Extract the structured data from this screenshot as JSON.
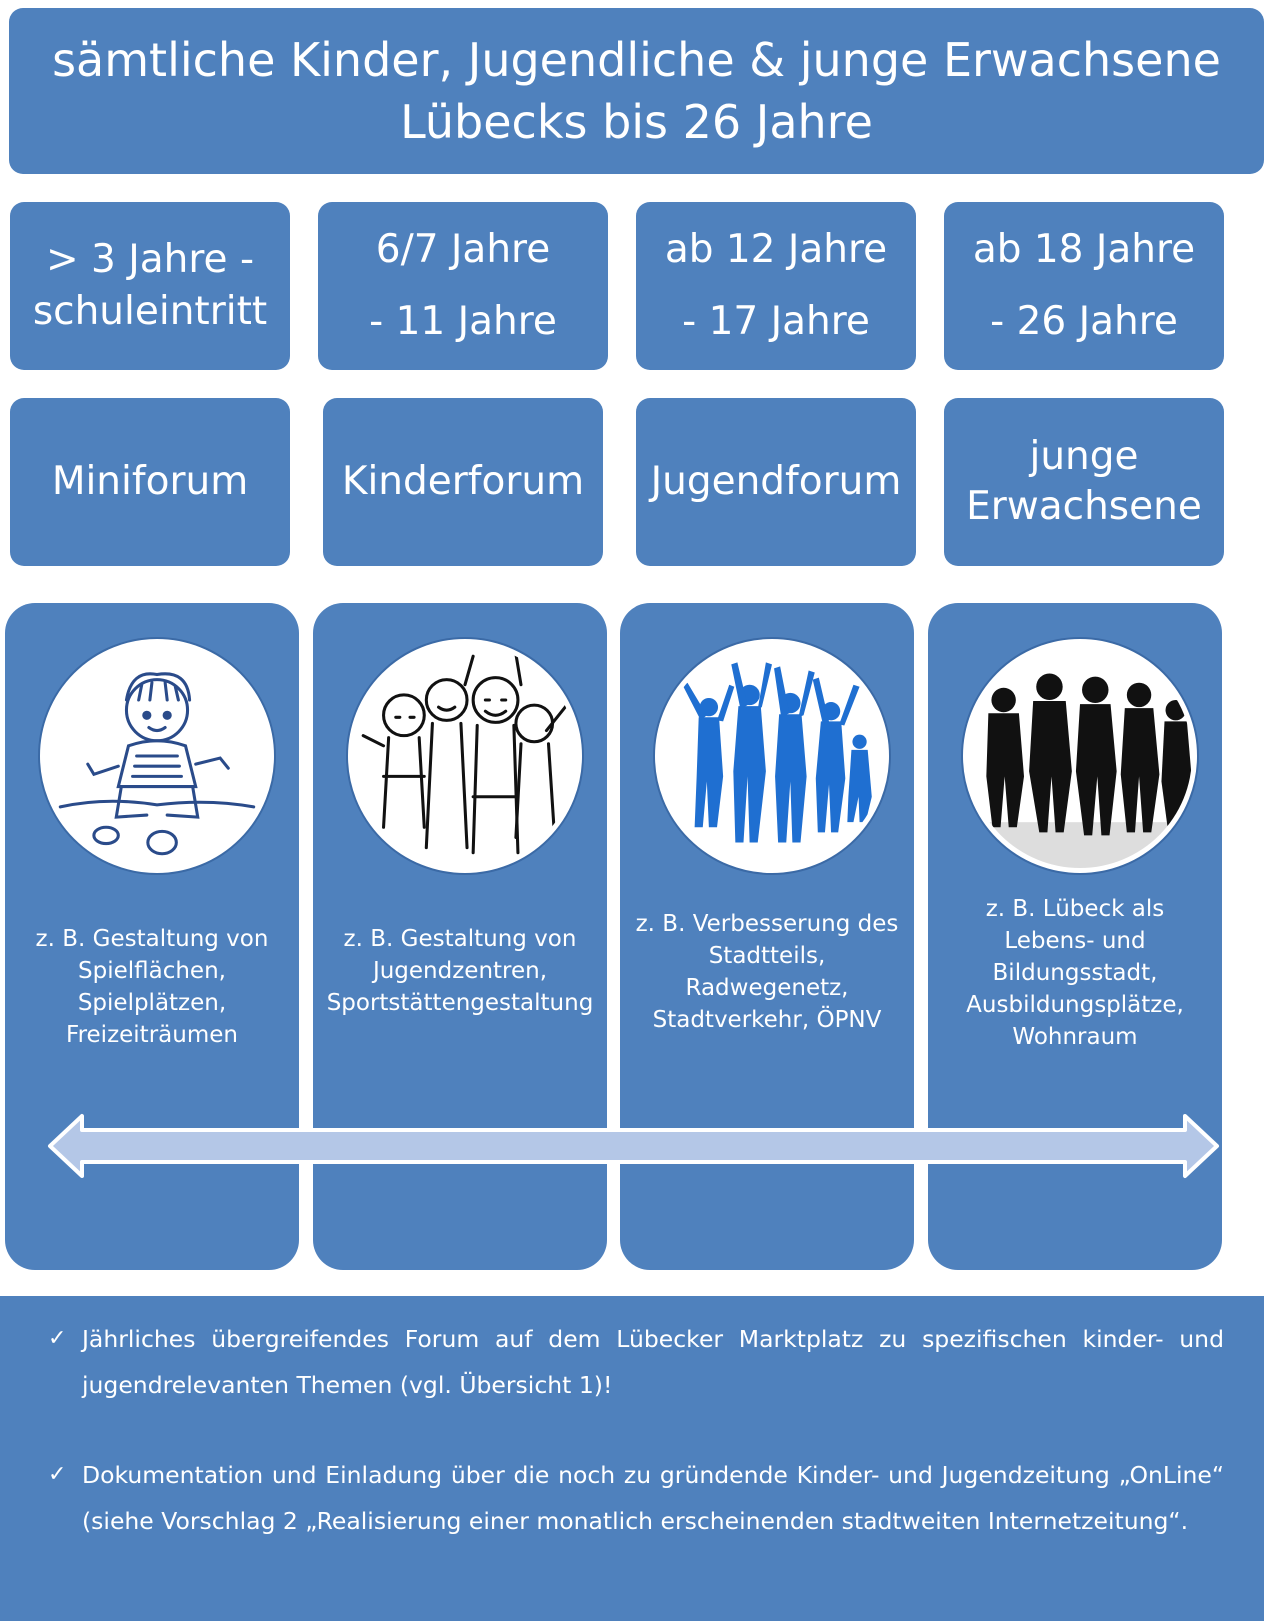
{
  "header": {
    "line1": "sämtliche Kinder, Jugendliche & junge Erwachsene",
    "line2": "Lübecks bis 26 Jahre"
  },
  "age_groups": [
    {
      "line1": "> 3 Jahre -",
      "line2": "schuleintritt"
    },
    {
      "line1": "6/7 Jahre",
      "line2": "- 11 Jahre"
    },
    {
      "line1": "ab 12 Jahre",
      "line2": "- 17 Jahre"
    },
    {
      "line1": "ab 18 Jahre",
      "line2": "- 26 Jahre"
    }
  ],
  "forums": [
    {
      "line1": "Miniforum",
      "line2": ""
    },
    {
      "line1": "Kinderforum",
      "line2": ""
    },
    {
      "line1": "Jugendforum",
      "line2": ""
    },
    {
      "line1": "junge",
      "line2": "Erwachsene"
    }
  ],
  "columns": [
    {
      "illustration": "toddler-illustration",
      "lines": [
        "z. B. Gestaltung von",
        "Spielflächen,",
        "Spielplätzen,",
        "Freizeiträumen"
      ]
    },
    {
      "illustration": "children-group-illustration",
      "lines": [
        "z. B. Gestaltung von",
        "Jugendzentren,",
        "Sportstättengestaltung"
      ]
    },
    {
      "illustration": "jumping-teens-silhouette",
      "lines": [
        "z. B. Verbesserung des",
        "Stadtteils,",
        "Radwegenetz,",
        "Stadtverkehr, ÖPNV"
      ]
    },
    {
      "illustration": "young-adults-silhouette",
      "lines": [
        "z. B. Lübeck als",
        "Lebens- und",
        "Bildungsstadt,",
        "Ausbildungsplätze,",
        "Wohnraum"
      ]
    }
  ],
  "bullets": [
    {
      "icon": "check-icon",
      "text": "Jährliches übergreifendes Forum auf dem Lübecker Marktplatz zu spezifischen kinder- und jugendrelevanten Themen (vgl. Übersicht 1)!"
    },
    {
      "icon": "check-icon",
      "text": "Dokumentation und Einladung über die noch zu gründende Kinder- und Jugendzeitung „OnLine“ (siehe Vorschlag 2 „Realisierung einer monatlich erscheinenden stadtweiten Internetzeitung“."
    }
  ],
  "colors": {
    "box": "#4f81bd",
    "arrow_fill": "#b4c7e7",
    "silhouette_blue": "#1f6fd1"
  }
}
